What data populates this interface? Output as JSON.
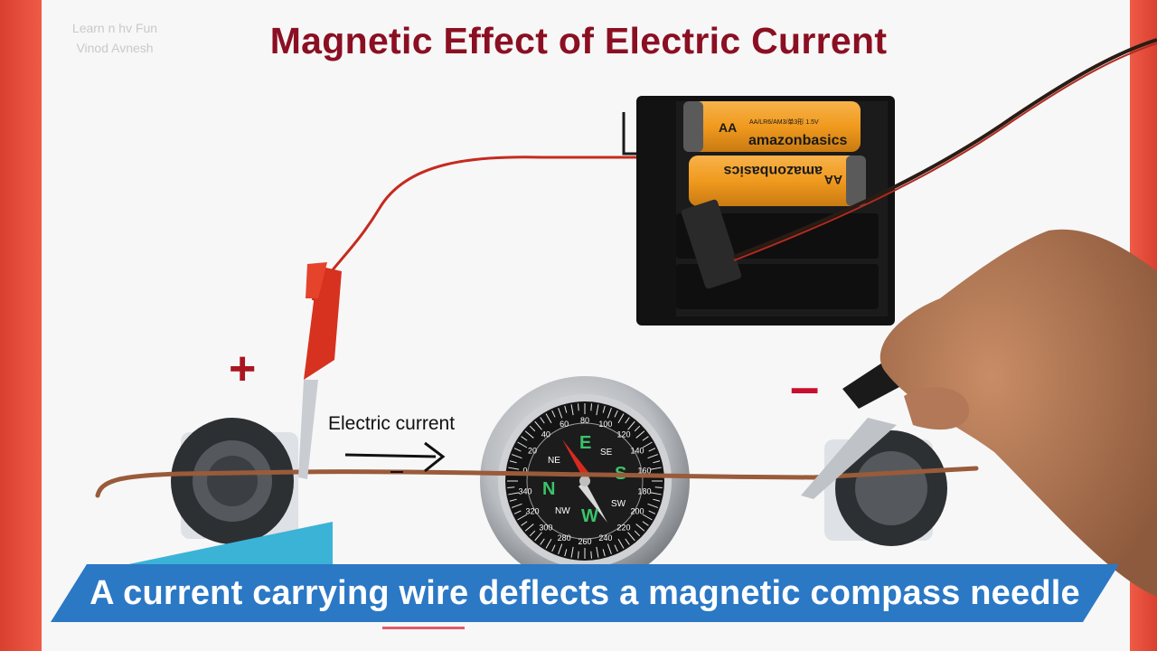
{
  "watermark": {
    "line1": "Learn n hv Fun",
    "line2": "Vinod Avnesh"
  },
  "title": "Magnetic Effect of Electric Current",
  "labels": {
    "plus": "+",
    "minus": "–",
    "electric_current": "Electric current"
  },
  "battery": {
    "brand": "amazonbasics",
    "size": "AA",
    "spec": "AA/LR6/AM3/单3形 1.5V"
  },
  "compass": {
    "cardinal": [
      "N",
      "E",
      "S",
      "W"
    ],
    "intercardinal": [
      "NE",
      "SE",
      "SW",
      "NW"
    ],
    "degrees": [
      "0",
      "20",
      "40",
      "60",
      "80",
      "100",
      "120",
      "140",
      "160",
      "180",
      "200",
      "220",
      "240",
      "260",
      "280",
      "300",
      "320",
      "340"
    ]
  },
  "caption": "A current carrying wire deflects a magnetic compass needle",
  "colors": {
    "title": "#8b0f22",
    "banner": "#2b78c5",
    "banner_tab": "#3bb3d6",
    "background": "#e8503f"
  }
}
